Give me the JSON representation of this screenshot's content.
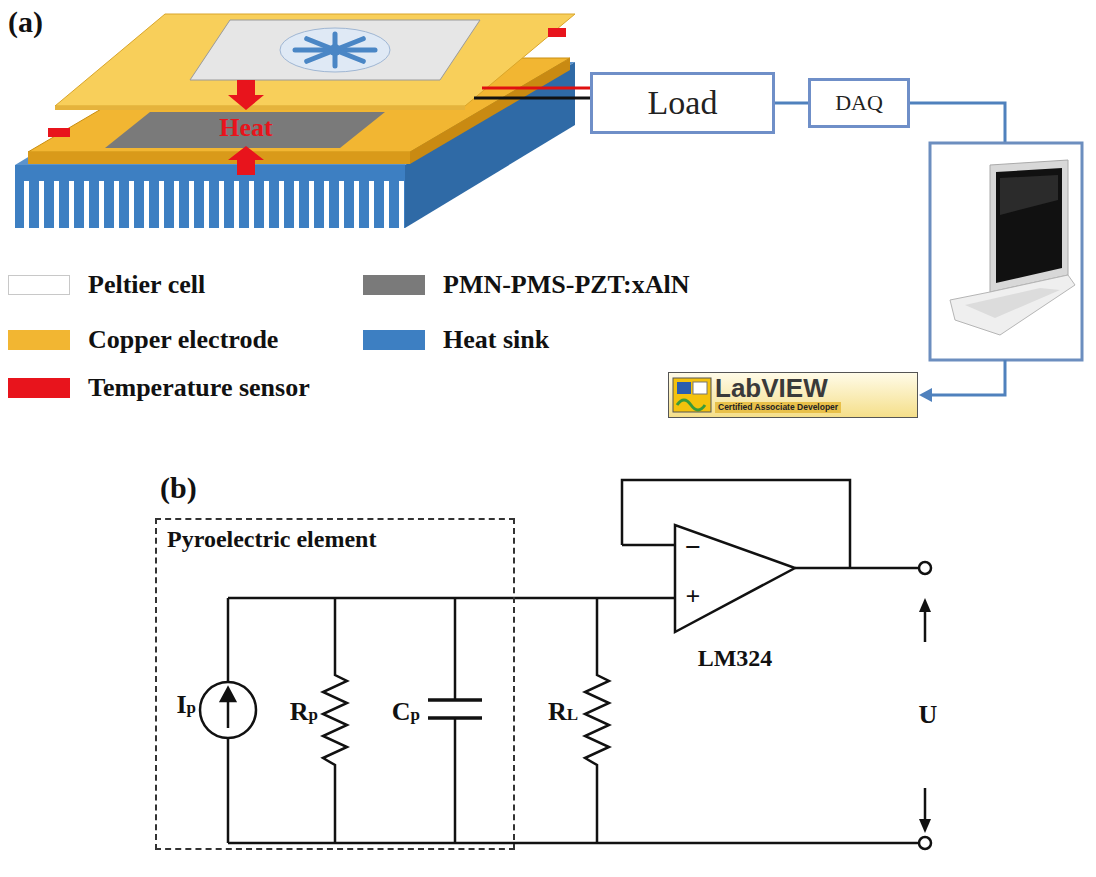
{
  "diagram": {
    "nodes": [
      {
        "text": [
          "Load"
        ]
      },
      {
        "text": [
          "DAQ"
        ]
      },
      {
        "text": [
          "LabVIEW",
          "Certified Associate Developer"
        ]
      },
      {
        "text": [
          "Pyroelectric element"
        ]
      }
    ],
    "edges": [
      {
        "from": 0,
        "to": 1,
        "arrow": "none"
      }
    ],
    "labels": [
      "(a)",
      "Heat",
      "(b)",
      "Ip",
      "Rp",
      "Cp",
      "RL",
      "LM324",
      "−",
      "+",
      "U"
    ],
    "legend": [
      {
        "text": "Peltier cell",
        "color": "#ffffff"
      },
      {
        "text": "PMN-PMS-PZT:xAlN",
        "color": "#7a7a7a"
      },
      {
        "text": "Copper electrode",
        "color": "#f2b632"
      },
      {
        "text": "Heat sink",
        "color": "#3d7fc2"
      },
      {
        "text": "Temperature sensor",
        "color": "#e8141c"
      }
    ]
  }
}
